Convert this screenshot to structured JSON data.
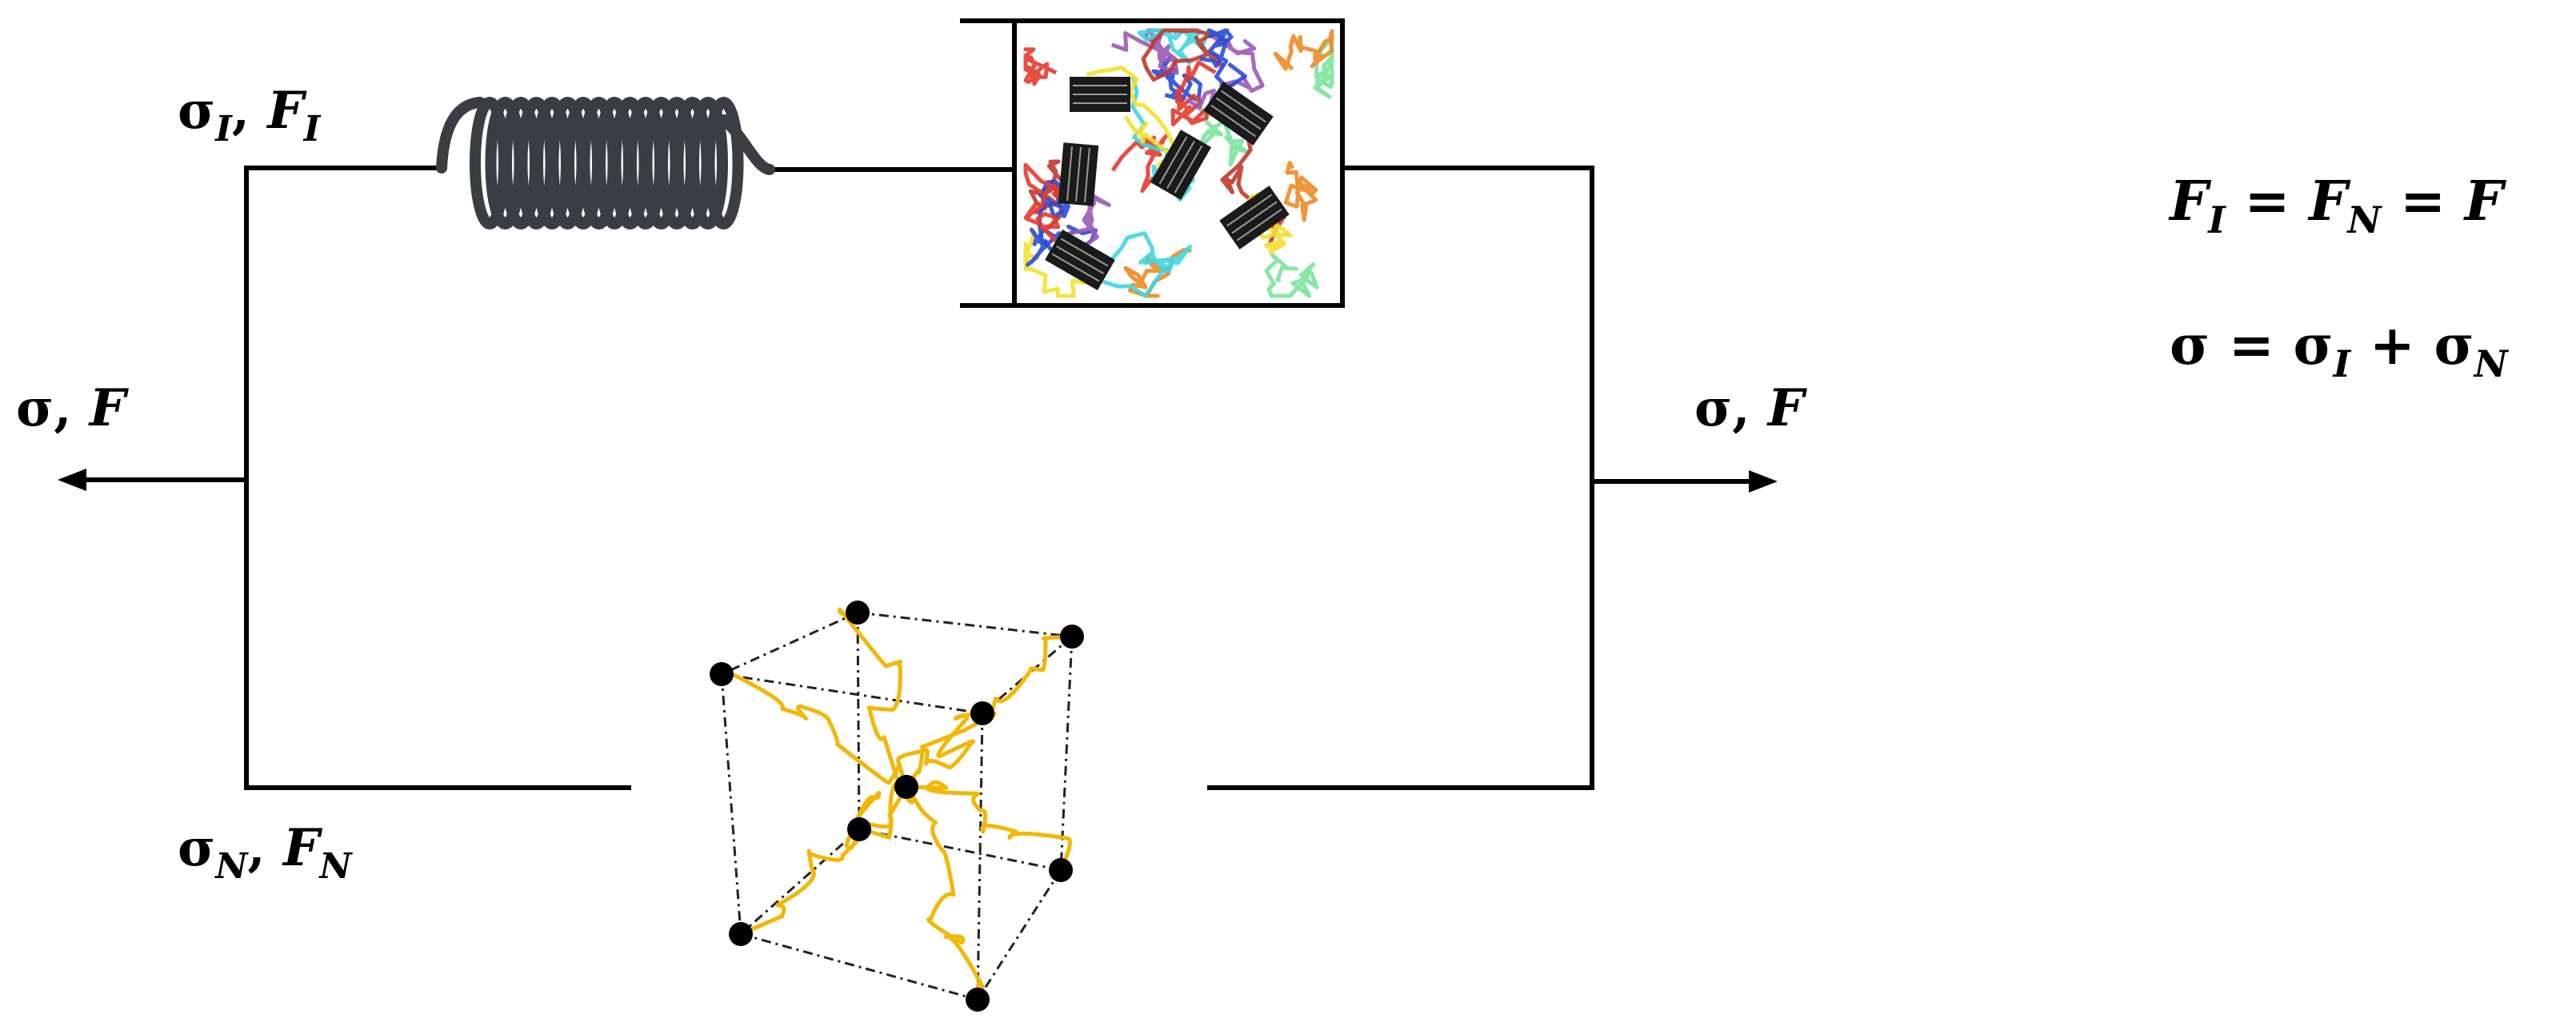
{
  "labels": {
    "top_branch": {
      "sym_a": "σ",
      "sub_a": "I",
      "sep": ", ",
      "sym_b": "F",
      "sub_b": "I"
    },
    "bottom_branch": {
      "sym_a": "σ",
      "sub_a": "N",
      "sep": ", ",
      "sym_b": "F",
      "sub_b": "N"
    },
    "left_end": {
      "sym_a": "σ",
      "sep": ", ",
      "sym_b": "F"
    },
    "right_end": {
      "sym_a": "σ",
      "sep": ", ",
      "sym_b": "F"
    }
  },
  "equations": {
    "eq1": {
      "t1": "F",
      "s1": "I",
      "op1": " = ",
      "t2": "F",
      "s2": "N",
      "op2": " = ",
      "t3": "F"
    },
    "eq2": {
      "t1": "σ",
      "op1": " = ",
      "t2": "σ",
      "s2": "I",
      "op2": " + ",
      "t3": "σ",
      "s3": "N"
    }
  },
  "colors": {
    "line": "#000000",
    "spring": "#3a3d44",
    "chain": "#f2b705",
    "crystal": "#1b1b1b"
  }
}
